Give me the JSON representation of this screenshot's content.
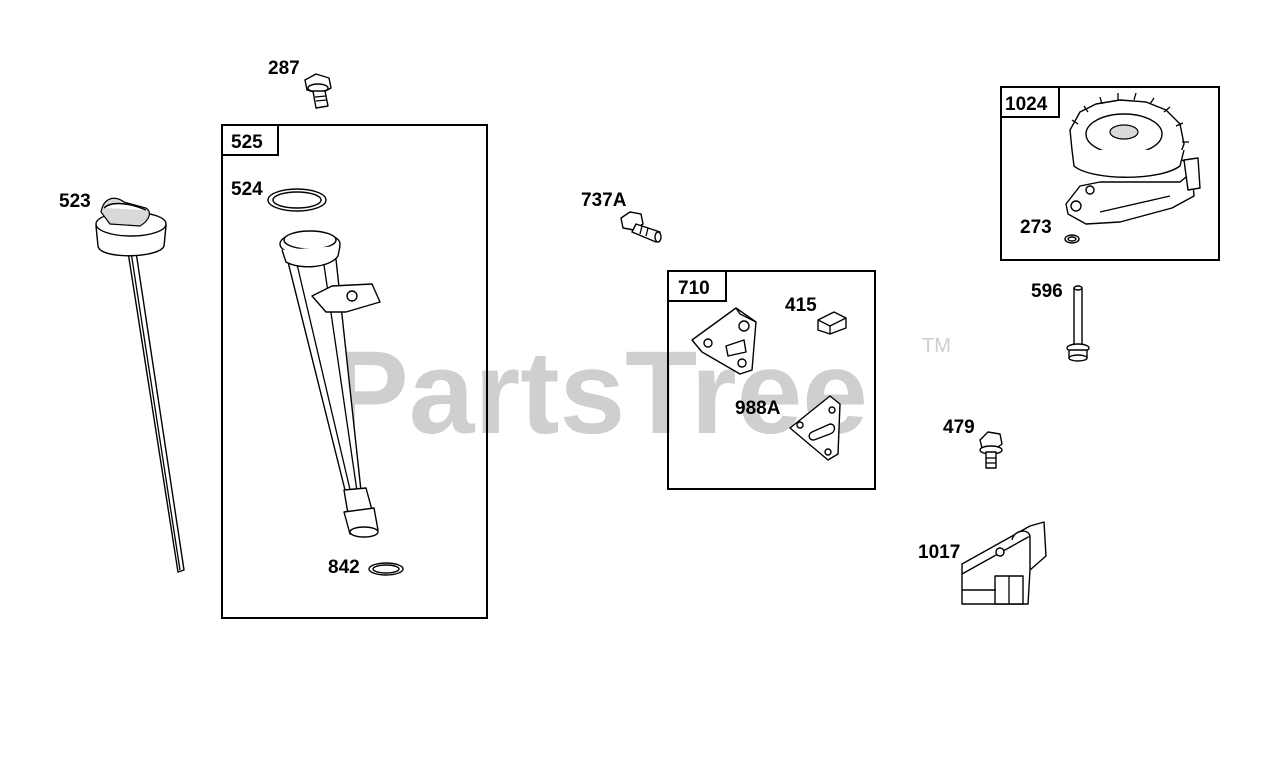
{
  "diagram": {
    "watermark": "PartsTree",
    "trademark": "TM",
    "groups": [
      {
        "id": "group-525",
        "label": "525"
      },
      {
        "id": "group-710",
        "label": "710"
      },
      {
        "id": "group-1024",
        "label": "1024"
      }
    ],
    "callouts": [
      "287",
      "523",
      "524",
      "842",
      "737A",
      "415",
      "988A",
      "273",
      "596",
      "479",
      "1017"
    ]
  }
}
